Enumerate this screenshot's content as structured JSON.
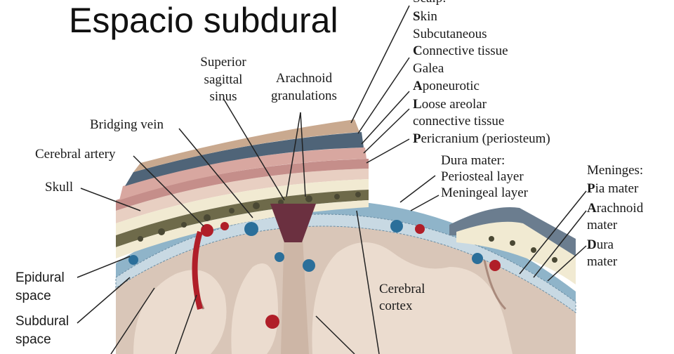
{
  "title": "Espacio subdural",
  "labels": {
    "scalp": "Scalp:",
    "skin_initial": "S",
    "skin_rest": "kin",
    "subcutaneous": "Subcutaneous",
    "connective_initial": "C",
    "connective_rest": "onnective tissue",
    "galea": "Galea",
    "aponeurotic_initial": "A",
    "aponeurotic_rest": "poneurotic",
    "loose_initial": "L",
    "loose_rest": "oose areolar",
    "loose_line2": "connective tissue",
    "pericranium_initial": "P",
    "pericranium_rest": "ericranium (periosteum)",
    "superior_sagittal_1": "Superior",
    "superior_sagittal_2": "sagittal",
    "superior_sagittal_3": "sinus",
    "arachnoid_gran_1": "Arachnoid",
    "arachnoid_gran_2": "granulations",
    "bridging_vein": "Bridging vein",
    "cerebral_artery": "Cerebral artery",
    "skull": "Skull",
    "dura_mater_title": "Dura mater:",
    "periosteal_layer": "Periosteal layer",
    "meningeal_layer": "Meningeal layer",
    "meninges_title": "Meninges:",
    "pia_initial": "P",
    "pia_rest": "ia mater",
    "arachnoid_initial": "A",
    "arachnoid_rest": "rachnoid",
    "arachnoid_line2": "mater",
    "dura_initial": "D",
    "dura_rest": "ura",
    "dura_line2": "mater",
    "epidural_1": "Epidural",
    "epidural_2": "space",
    "subdural_1": "Subdural",
    "subdural_2": "space",
    "cerebral_cortex_1": "Cerebral",
    "cerebral_cortex_2": "cortex"
  },
  "colors": {
    "skin": "#c9a98f",
    "galea_blue": "#4f6478",
    "bone": "#f1ead2",
    "diploe": "#6e6a4a",
    "dura": "#8fb4c9",
    "brain": "#d9c6b8",
    "sulcus": "#f3e7dc",
    "artery": "#b01e28",
    "vein": "#2b6f9a",
    "sinus": "#6b3040"
  }
}
